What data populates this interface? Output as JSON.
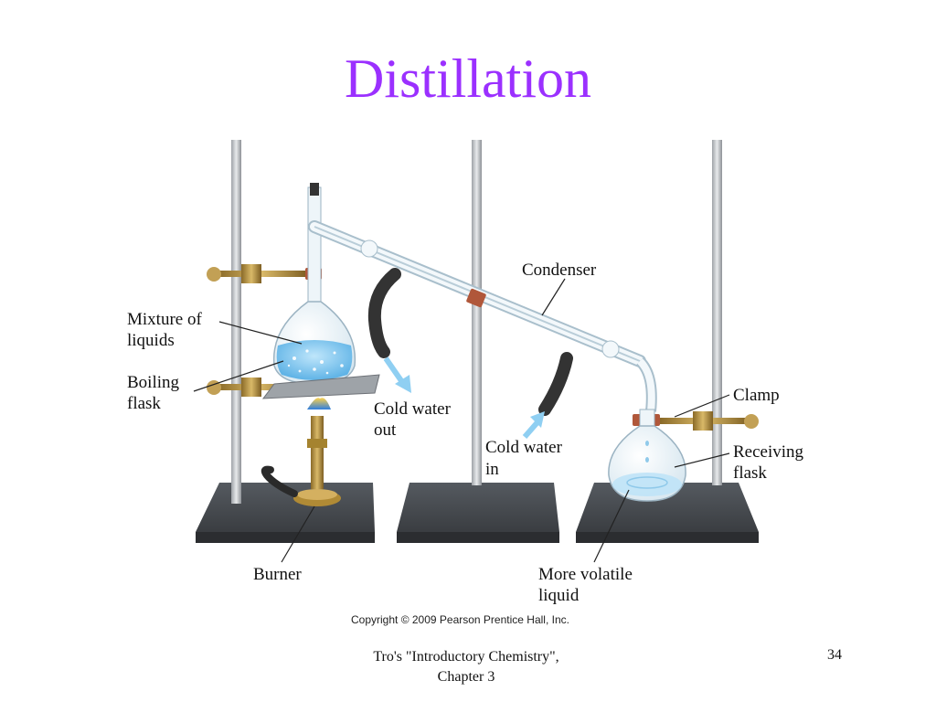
{
  "slide": {
    "title": "Distillation",
    "footer_line1": "Tro's \"Introductory Chemistry\",",
    "footer_line2": "Chapter 3",
    "page_number": "34"
  },
  "diagram": {
    "labels": {
      "mixture_line1": "Mixture of",
      "mixture_line2": "liquids",
      "boiling_line1": "Boiling",
      "boiling_line2": "flask",
      "cold_out_line1": "Cold water",
      "cold_out_line2": "out",
      "cold_in_line1": "Cold water",
      "cold_in_line2": "in",
      "condenser": "Condenser",
      "clamp": "Clamp",
      "receiving_line1": "Receiving",
      "receiving_line2": "flask",
      "burner": "Burner",
      "volatile_line1": "More volatile",
      "volatile_line2": "liquid"
    },
    "copyright": "Copyright © 2009 Pearson Prentice Hall, Inc.",
    "colors": {
      "title": "#9b30ff",
      "stand_base": "#3b3d40",
      "rod": "#c9ccd0",
      "brass": "#b8913f",
      "clamp_ring": "#b0573a",
      "liquid": "#7fc6ee",
      "water_arrow": "#8fcff2",
      "hose": "#333333"
    }
  }
}
